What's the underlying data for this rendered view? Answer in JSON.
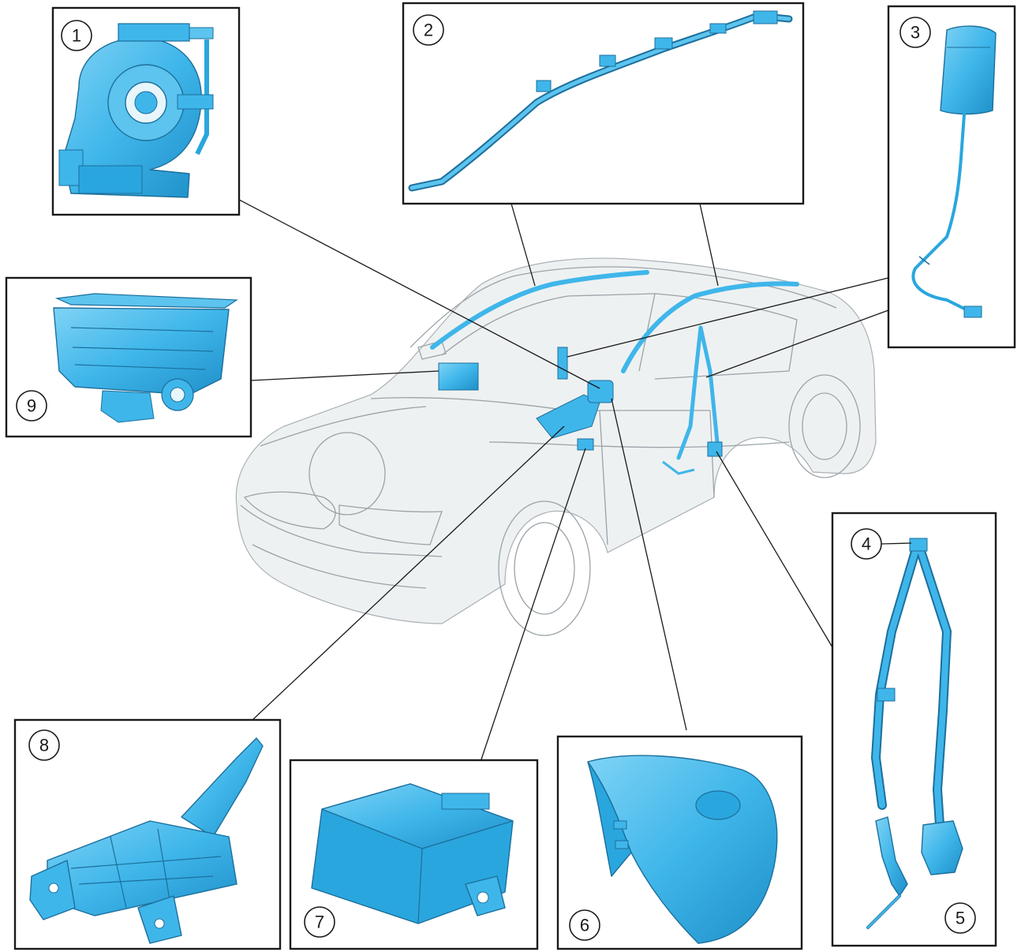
{
  "callouts": [
    {
      "id": 1,
      "label": "1"
    },
    {
      "id": 2,
      "label": "2"
    },
    {
      "id": 3,
      "label": "3"
    },
    {
      "id": 4,
      "label": "4"
    },
    {
      "id": 5,
      "label": "5"
    },
    {
      "id": 6,
      "label": "6"
    },
    {
      "id": 7,
      "label": "7"
    },
    {
      "id": 8,
      "label": "8"
    },
    {
      "id": 9,
      "label": "9"
    }
  ],
  "colors": {
    "component": "#3fb6ea",
    "component_dark": "#1e8fc8",
    "outline": "#1a1a1a",
    "ghost_vehicle": "#a9b0b4"
  }
}
